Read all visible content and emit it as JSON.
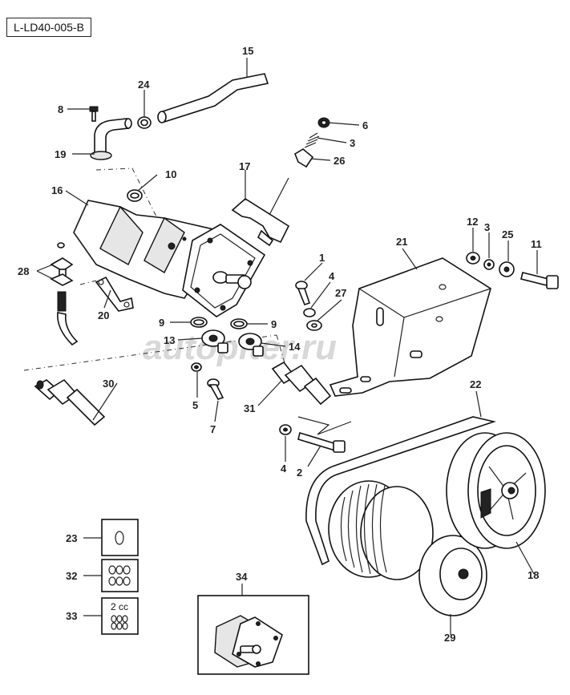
{
  "diagram_code": "L-LD40-005-B",
  "watermark": "autopiter.ru",
  "kit_volume": "2 cc",
  "callouts": [
    {
      "id": "15",
      "label": "15"
    },
    {
      "id": "24",
      "label": "24"
    },
    {
      "id": "8",
      "label": "8"
    },
    {
      "id": "19",
      "label": "19"
    },
    {
      "id": "10",
      "label": "10"
    },
    {
      "id": "16",
      "label": "16"
    },
    {
      "id": "17",
      "label": "17"
    },
    {
      "id": "6",
      "label": "6"
    },
    {
      "id": "3a",
      "label": "3"
    },
    {
      "id": "26",
      "label": "26"
    },
    {
      "id": "28",
      "label": "28"
    },
    {
      "id": "20",
      "label": "20"
    },
    {
      "id": "9a",
      "label": "9"
    },
    {
      "id": "9b",
      "label": "9"
    },
    {
      "id": "13",
      "label": "13"
    },
    {
      "id": "14",
      "label": "14"
    },
    {
      "id": "1",
      "label": "1"
    },
    {
      "id": "4a",
      "label": "4"
    },
    {
      "id": "27",
      "label": "27"
    },
    {
      "id": "21",
      "label": "21"
    },
    {
      "id": "12",
      "label": "12"
    },
    {
      "id": "3b",
      "label": "3"
    },
    {
      "id": "25",
      "label": "25"
    },
    {
      "id": "11",
      "label": "11"
    },
    {
      "id": "5",
      "label": "5"
    },
    {
      "id": "7",
      "label": "7"
    },
    {
      "id": "30",
      "label": "30"
    },
    {
      "id": "31",
      "label": "31"
    },
    {
      "id": "4b",
      "label": "4"
    },
    {
      "id": "2",
      "label": "2"
    },
    {
      "id": "22",
      "label": "22"
    },
    {
      "id": "18",
      "label": "18"
    },
    {
      "id": "29",
      "label": "29"
    },
    {
      "id": "23",
      "label": "23"
    },
    {
      "id": "32",
      "label": "32"
    },
    {
      "id": "33",
      "label": "33"
    },
    {
      "id": "34",
      "label": "34"
    }
  ]
}
